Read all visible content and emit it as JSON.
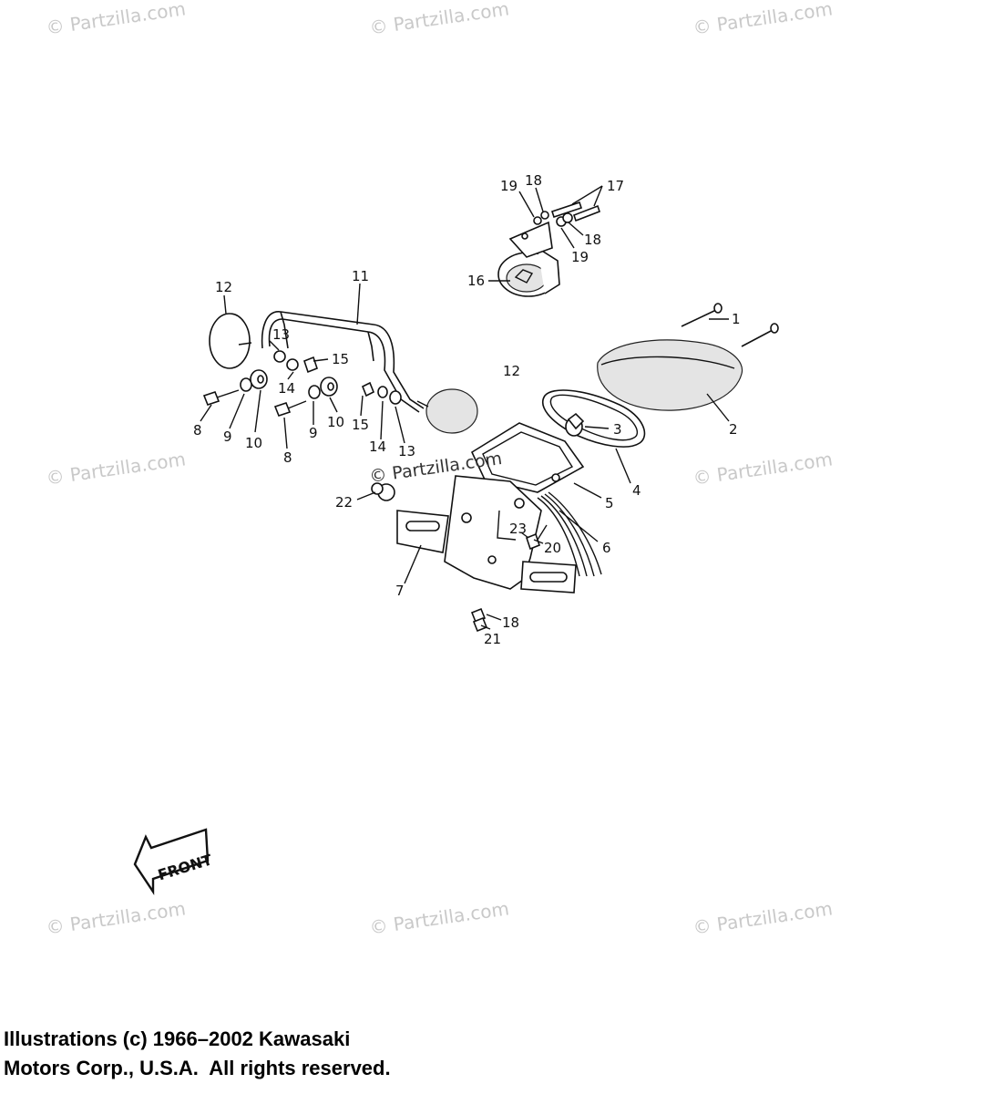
{
  "watermarks": [
    "© Partzilla.com",
    "© Partzilla.com",
    "© Partzilla.com",
    "© Partzilla.com",
    "© Partzilla.com",
    "© Partzilla.com",
    "© Partzilla.com",
    "© Partzilla.com",
    "© Partzilla.com"
  ],
  "front_label": "FRONT",
  "callouts": {
    "c1": "1",
    "c2": "2",
    "c3": "3",
    "c4": "4",
    "c5": "5",
    "c6": "6",
    "c7": "7",
    "c8a": "8",
    "c8b": "8",
    "c9a": "9",
    "c9b": "9",
    "c10a": "10",
    "c10b": "10",
    "c11": "11",
    "c12a": "12",
    "c12b": "12",
    "c13a": "13",
    "c13b": "13",
    "c14a": "14",
    "c14b": "14",
    "c15a": "15",
    "c15b": "15",
    "c16": "16",
    "c17": "17",
    "c18a": "18",
    "c18b": "18",
    "c18c": "18",
    "c19a": "19",
    "c19b": "19",
    "c20": "20",
    "c21": "21",
    "c22": "22",
    "c23": "23"
  },
  "copyright": {
    "line1": "Illustrations (c) 1966–2002 Kawasaki",
    "line2": "Motors Corp., U.S.A.  All rights reserved."
  }
}
